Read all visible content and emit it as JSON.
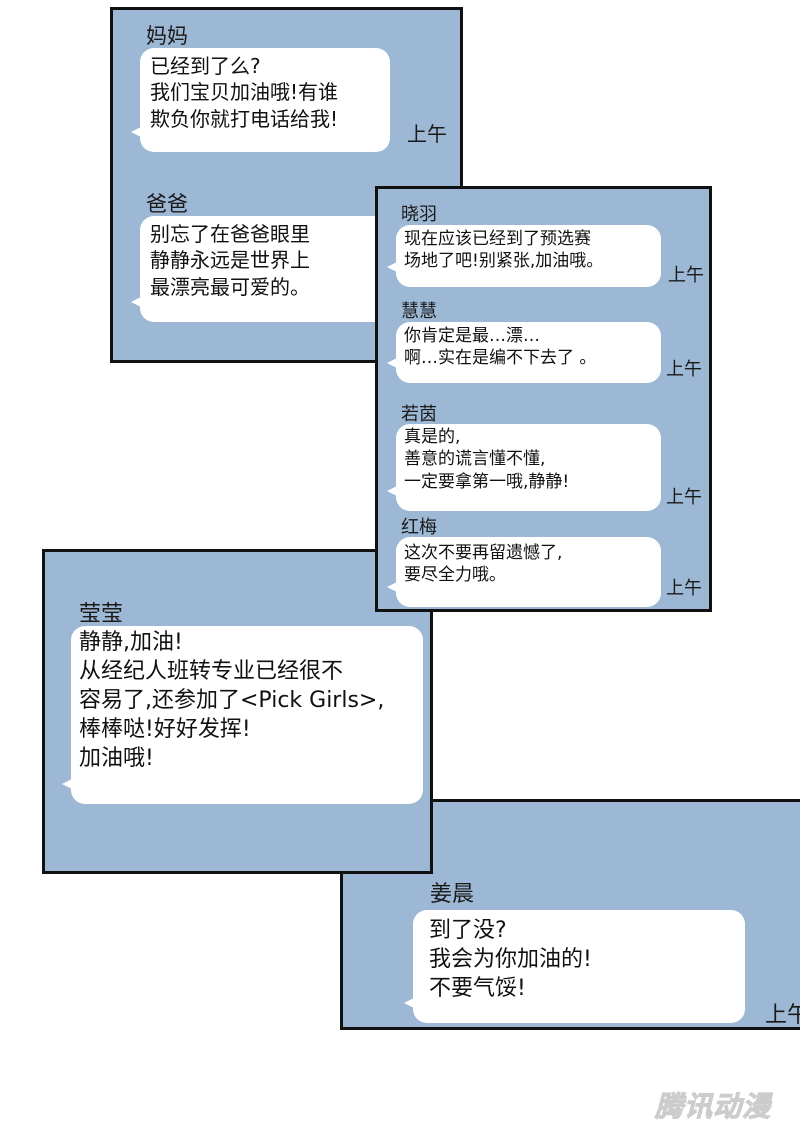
{
  "panels": [
    {
      "messages": [
        {
          "sender": "妈妈",
          "text": "已经到了么?\n我们宝贝加油哦!有谁\n欺负你就打电话给我!",
          "time": "上午"
        },
        {
          "sender": "爸爸",
          "text": "别忘了在爸爸眼里\n静静永远是世界上\n最漂亮最可爱的。"
        }
      ]
    },
    {
      "messages": [
        {
          "sender": "晓羽",
          "text": "现在应该已经到了预选赛\n场地了吧!别紧张,加油哦。",
          "time": "上午"
        },
        {
          "sender": "慧慧",
          "text": "你肯定是最…漂…\n啊…实在是编不下去了 。",
          "time": "上午"
        },
        {
          "sender": "若茵",
          "text": "真是的,\n善意的谎言懂不懂,\n一定要拿第一哦,静静!",
          "time": "上午"
        },
        {
          "sender": "红梅",
          "text": "这次不要再留遗憾了,\n要尽全力哦。",
          "time": "上午"
        }
      ]
    },
    {
      "messages": [
        {
          "sender": "莹莹",
          "text": "静静,加油!\n从经纪人班转专业已经很不\n容易了,还参加了<Pick Girls>,\n棒棒哒!好好发挥!\n加油哦!"
        }
      ]
    },
    {
      "messages": [
        {
          "sender": "姜晨",
          "text": "到了没?\n我会为你加油的!\n不要气馁!",
          "time": "上午"
        }
      ]
    }
  ],
  "watermark": "腾讯动漫",
  "colors": {
    "panel_bg": "#9db8d5",
    "bubble": "#ffffff",
    "border": "#111111"
  }
}
